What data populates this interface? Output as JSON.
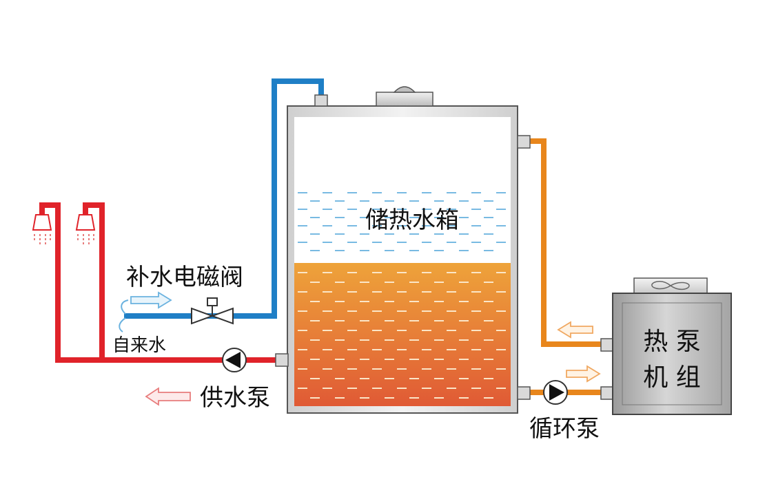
{
  "labels": {
    "tank": "储热水箱",
    "makeup_valve": "补水电磁阀",
    "tap_water": "自来水",
    "supply_pump": "供水泵",
    "circulation_pump": "循环泵",
    "heat_pump_line1": "热 泵",
    "heat_pump_line2": "机 组"
  },
  "colors": {
    "cold_pipe": "#1f7fc6",
    "hot_pipe": "#e0232a",
    "warm_pipe": "#e8861c",
    "tank_body": "#e4e4e4",
    "cold_water_dash": "#4aa3d8",
    "hot_water_top": "#eea33a",
    "hot_water_bottom": "#e05a35",
    "unit_body": "#b8b8b8"
  },
  "icons": {
    "shower_head": "shower-icon",
    "valve": "solenoid-valve-icon",
    "pump": "pump-icon",
    "fan": "fan-icon",
    "arrow": "flow-arrow-icon"
  }
}
